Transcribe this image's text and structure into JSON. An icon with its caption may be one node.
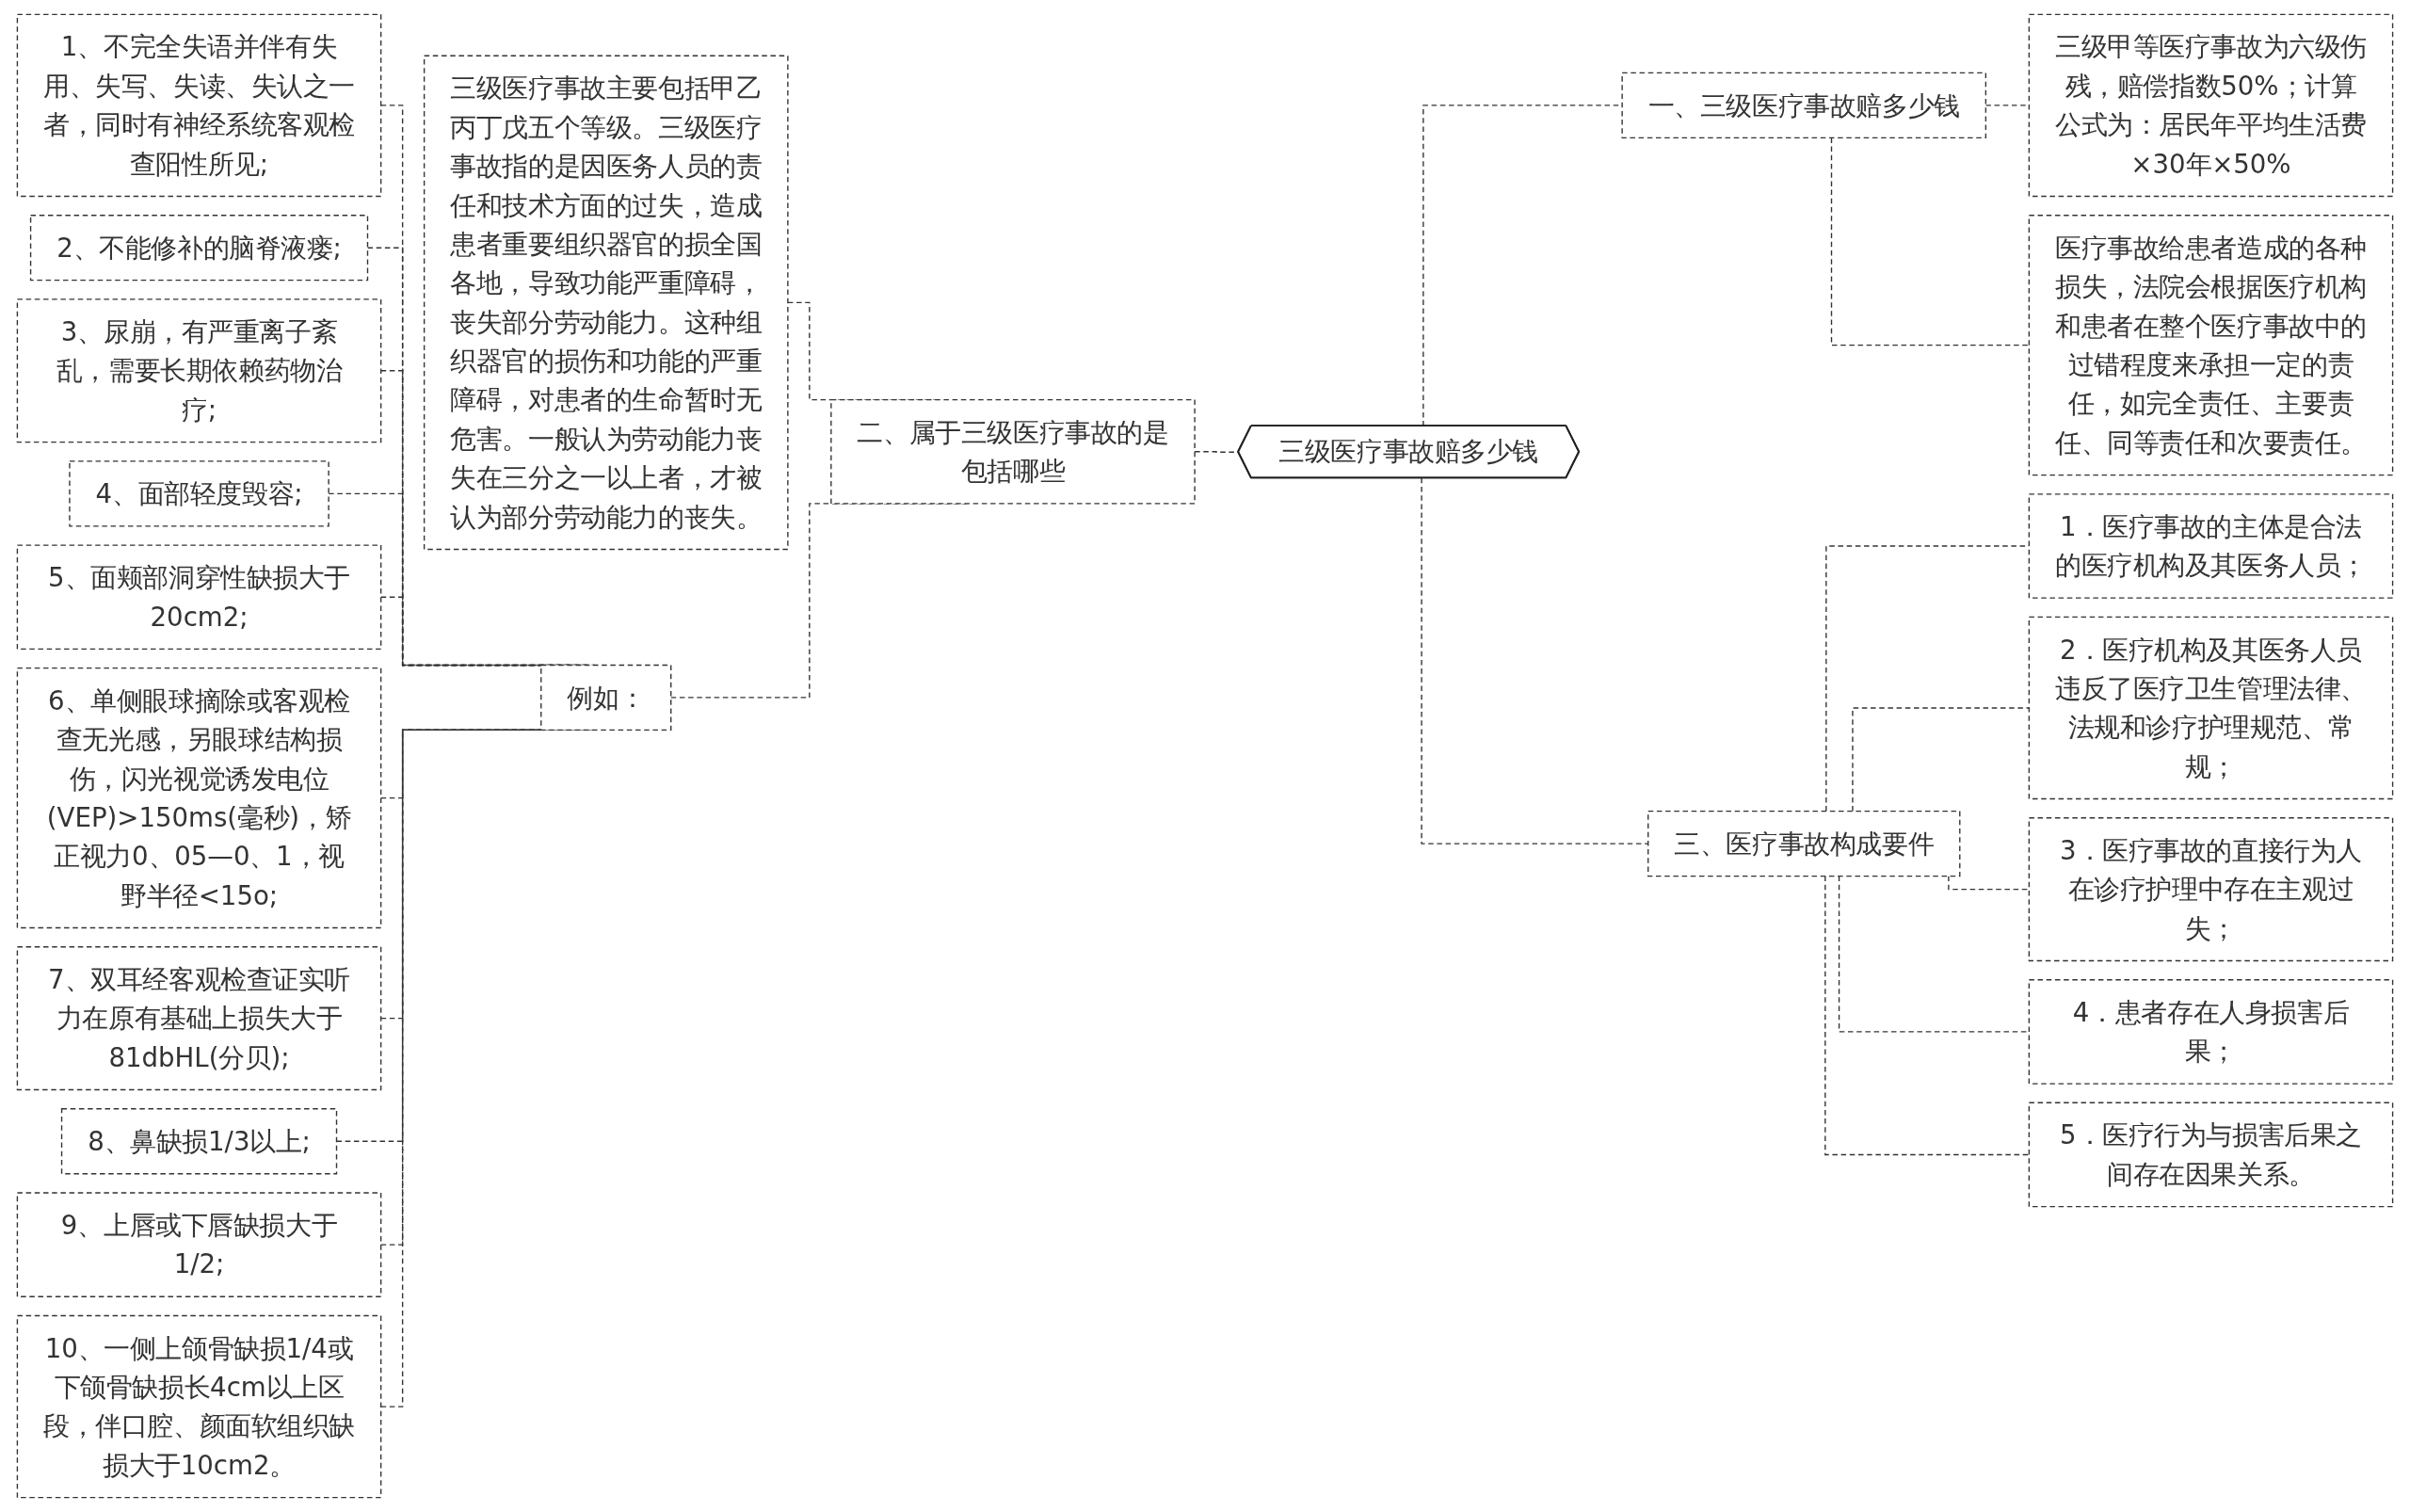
{
  "diagram": {
    "nodes": [
      {
        "text": [
          "三级医疗事故赔多少钱"
        ]
      },
      {
        "text": [
          "一、三级医疗事故赔多少钱"
        ]
      },
      {
        "text": [
          "三级甲等医疗事故为六级伤残，赔偿指数50%；计算公式为：居民年平均生活费×30年×50%"
        ]
      },
      {
        "text": [
          "医疗事故给患者造成的各种损失，法院会根据医疗机构和患者在整个医疗事故中的过错程度来承担一定的责任，如完全责任、主要责任、同等责任和次要责任。"
        ]
      },
      {
        "text": [
          "二、属于三级医疗事故的是包括哪些"
        ]
      },
      {
        "text": [
          "三级医疗事故主要包括甲乙丙丁戊五个等级。三级医疗事故指的是因医务人员的责任和技术方面的过失，造成患者重要组织器官的损全国各地，导致功能严重障碍，丧失部分劳动能力。这种组织器官的损伤和功能的严重障碍，对患者的生命暂时无危害。一般认为劳动能力丧失在三分之一以上者，才被认为部分劳动能力的丧失。"
        ]
      },
      {
        "text": [
          "例如："
        ]
      },
      {
        "text": [
          "1、不完全失语并伴有失用、失写、失读、失认之一者，同时有神经系统客观检查阳性所见;"
        ]
      },
      {
        "text": [
          "2、不能修补的脑脊液瘘;"
        ]
      },
      {
        "text": [
          "3、尿崩，有严重离子紊乱，需要长期依赖药物治疗;"
        ]
      },
      {
        "text": [
          "4、面部轻度毁容;"
        ]
      },
      {
        "text": [
          "5、面颊部洞穿性缺损大于20cm2;"
        ]
      },
      {
        "text": [
          "6、单侧眼球摘除或客观检查无光感，另眼球结构损伤，闪光视觉诱发电位(VEP)>150ms(毫秒)，矫正视力0、05—0、1，视野半径<15o;"
        ]
      },
      {
        "text": [
          "7、双耳经客观检查证实听力在原有基础上损失大于81dbHL(分贝);"
        ]
      },
      {
        "text": [
          "8、鼻缺损1/3以上;"
        ]
      },
      {
        "text": [
          "9、上唇或下唇缺损大于1/2;"
        ]
      },
      {
        "text": [
          "10、一侧上颌骨缺损1/4或下颌骨缺损长4cm以上区段，伴口腔、颜面软组织缺损大于10cm2。"
        ]
      },
      {
        "text": [
          "三、医疗事故构成要件"
        ]
      },
      {
        "text": [
          "1．医疗事故的主体是合法的医疗机构及其医务人员；"
        ]
      },
      {
        "text": [
          "2．医疗机构及其医务人员违反了医疗卫生管理法律、法规和诊疗护理规范、常规；"
        ]
      },
      {
        "text": [
          "3．医疗事故的直接行为人在诊疗护理中存在主观过失；"
        ]
      },
      {
        "text": [
          "4．患者存在人身损害后果；"
        ]
      },
      {
        "text": [
          "5．医疗行为与损害后果之间存在因果关系。"
        ]
      }
    ],
    "edges": [
      {
        "from": 0,
        "to": 1,
        "arrow": "none",
        "style": "dashed"
      },
      {
        "from": 1,
        "to": 2,
        "arrow": "none",
        "style": "dashed"
      },
      {
        "from": 1,
        "to": 3,
        "arrow": "none",
        "style": "dashed"
      },
      {
        "from": 0,
        "to": 4,
        "arrow": "none",
        "style": "dashed"
      },
      {
        "from": 4,
        "to": 5,
        "arrow": "none",
        "style": "dashed"
      },
      {
        "from": 4,
        "to": 6,
        "arrow": "none",
        "style": "dashed"
      },
      {
        "from": 6,
        "to": 7,
        "arrow": "none",
        "style": "dashed"
      },
      {
        "from": 6,
        "to": 8,
        "arrow": "none",
        "style": "dashed"
      },
      {
        "from": 6,
        "to": 9,
        "arrow": "none",
        "style": "dashed"
      },
      {
        "from": 6,
        "to": 10,
        "arrow": "none",
        "style": "dashed"
      },
      {
        "from": 6,
        "to": 11,
        "arrow": "none",
        "style": "dashed"
      },
      {
        "from": 6,
        "to": 12,
        "arrow": "none",
        "style": "dashed"
      },
      {
        "from": 6,
        "to": 13,
        "arrow": "none",
        "style": "dashed"
      },
      {
        "from": 6,
        "to": 14,
        "arrow": "none",
        "style": "dashed"
      },
      {
        "from": 6,
        "to": 15,
        "arrow": "none",
        "style": "dashed"
      },
      {
        "from": 6,
        "to": 16,
        "arrow": "none",
        "style": "dashed"
      },
      {
        "from": 0,
        "to": 17,
        "arrow": "none",
        "style": "dashed"
      },
      {
        "from": 17,
        "to": 18,
        "arrow": "none",
        "style": "dashed"
      },
      {
        "from": 17,
        "to": 19,
        "arrow": "none",
        "style": "dashed"
      },
      {
        "from": 17,
        "to": 20,
        "arrow": "none",
        "style": "dashed"
      },
      {
        "from": 17,
        "to": 21,
        "arrow": "none",
        "style": "dashed"
      },
      {
        "from": 17,
        "to": 22,
        "arrow": "none",
        "style": "dashed"
      }
    ]
  }
}
